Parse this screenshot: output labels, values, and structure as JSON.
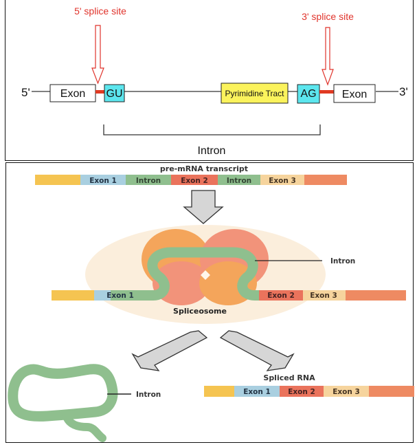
{
  "top_diagram": {
    "five_prime_end": "5'",
    "three_prime_end": "3'",
    "splice_site_5_label": "5' splice site",
    "splice_site_3_label": "3' splice site",
    "exon_left": "Exon",
    "exon_right": "Exon",
    "gu_box": "GU",
    "pyrimidine_tract": "Pyrimidine Tract",
    "ag_box": "AG",
    "intron_label": "Intron",
    "colors": {
      "splice_label": "#e0332b",
      "splice_junction": "#e03a22",
      "gu_ag_fill": "#5ce6ee",
      "pyrimidine_fill": "#fbf35c"
    }
  },
  "bottom_diagram": {
    "pre_mrna_title": "pre-mRNA transcript",
    "pre_mrna_segments": [
      "",
      "Exon 1",
      "Intron",
      "Exon 2",
      "Intron",
      "Exon 3",
      ""
    ],
    "spliceosome_label": "Spliceosome",
    "spliceosome_intron_label": "Intron",
    "spliceosome_segments": [
      "",
      "Exon 1",
      "",
      "Exon 2",
      "Exon 3",
      ""
    ],
    "excised_intron_label": "Intron",
    "spliced_rna_title": "Spliced RNA",
    "spliced_segments": [
      "",
      "Exon 1",
      "Exon 2",
      "Exon 3",
      ""
    ],
    "colors": {
      "utr5": "#f5c451",
      "exon1": "#a9cfe0",
      "intron": "#8fbf8e",
      "exon2": "#ea735c",
      "exon3": "#f6d49d",
      "utr3": "#ee8a62",
      "spliceosome_bg": "#fbeedc",
      "arrow_fill": "#d6d6d6"
    }
  }
}
